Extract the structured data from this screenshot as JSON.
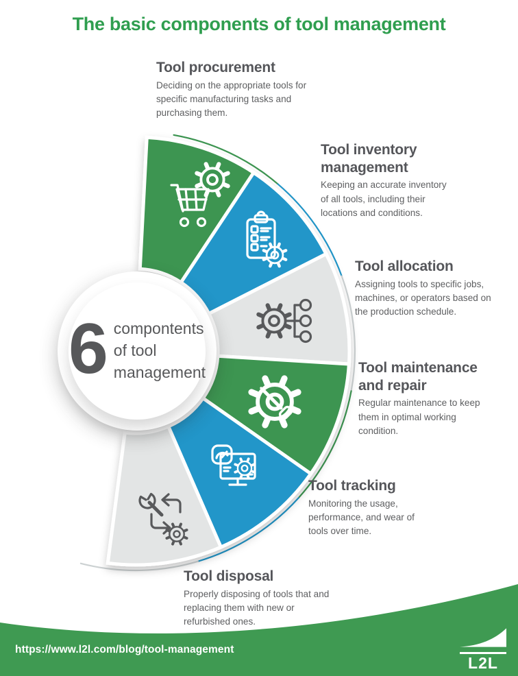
{
  "title": "The basic components of tool management",
  "center": {
    "number": "6",
    "lines": [
      "compontents",
      "of tool",
      "management"
    ]
  },
  "components": [
    {
      "name": "Tool procurement",
      "description": "Deciding on the appropriate tools for specific manufacturing tasks and purchasing them.",
      "color": "#3c9551",
      "icon": "cart-gear-icon"
    },
    {
      "name": "Tool inventory management",
      "description": "Keeping an accurate inventory of all tools, including their locations and conditions.",
      "color": "#2196c9",
      "icon": "clipboard-checklist-gear-icon"
    },
    {
      "name": "Tool allocation",
      "description": "Assigning tools to specific jobs, machines, or operators based on the production schedule.",
      "color": "#e3e5e5",
      "icon": "gear-distribution-icon"
    },
    {
      "name": "Tool maintenance and repair",
      "description": "Regular maintenance to keep them in optimal working condition.",
      "color": "#3c9551",
      "icon": "gear-screwdriver-icon"
    },
    {
      "name": "Tool tracking",
      "description": "Monitoring the usage, performance, and wear of tools over time.",
      "color": "#2196c9",
      "icon": "monitor-gauge-gear-icon"
    },
    {
      "name": "Tool disposal",
      "description": "Properly disposing of tools that and replacing them with new or refurbished ones.",
      "color": "#e3e5e5",
      "icon": "wrench-recycle-gear-icon"
    }
  ],
  "footer": {
    "url": "https://www.l2l.com/blog/tool-management",
    "logo_text": "L2L",
    "background": "#3f9a52"
  },
  "colors": {
    "title_green": "#2f9e4f",
    "heading_gray": "#55565a",
    "body_gray": "#5d5e60",
    "accent_green": "#3c9551",
    "accent_blue": "#2196c9",
    "wedge_gray": "#e3e5e5",
    "gray_arc": "#ccd1d2",
    "icon_dark": "#58595b"
  }
}
